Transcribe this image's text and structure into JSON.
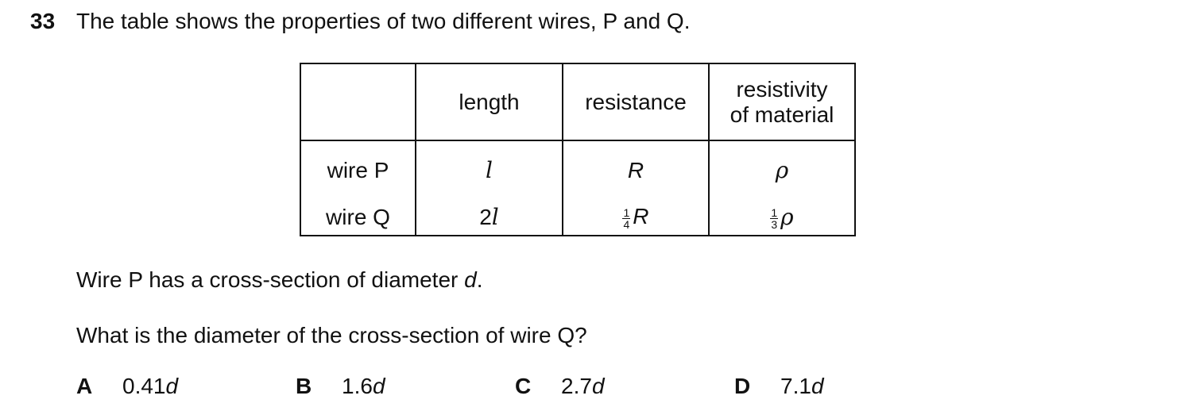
{
  "question": {
    "number": "33",
    "stem": "The table shows the properties of two different wires, P and Q."
  },
  "table": {
    "headers": [
      "",
      "length",
      "resistance",
      "resistivity of material"
    ],
    "rows": [
      {
        "label": "wire P",
        "length": "l",
        "resistance": "R",
        "resistivity": "ρ"
      },
      {
        "label": "wire Q",
        "length_coef": "2",
        "length_sym": "l",
        "resistance_frac_num": "1",
        "resistance_frac_den": "4",
        "resistance_sym": "R",
        "resistivity_frac_num": "1",
        "resistivity_frac_den": "3",
        "resistivity_sym": "ρ"
      }
    ],
    "header_resistivity_line1": "resistivity",
    "header_resistivity_line2": "of material"
  },
  "info": {
    "text": "Wire P has a cross-section of diameter ",
    "var": "d",
    "end": "."
  },
  "ask": "What is the diameter of the cross-section of wire Q?",
  "options": [
    {
      "letter": "A",
      "value": "0.41",
      "var": "d"
    },
    {
      "letter": "B",
      "value": "1.6",
      "var": "d"
    },
    {
      "letter": "C",
      "value": "2.7",
      "var": "d"
    },
    {
      "letter": "D",
      "value": "7.1",
      "var": "d"
    }
  ]
}
